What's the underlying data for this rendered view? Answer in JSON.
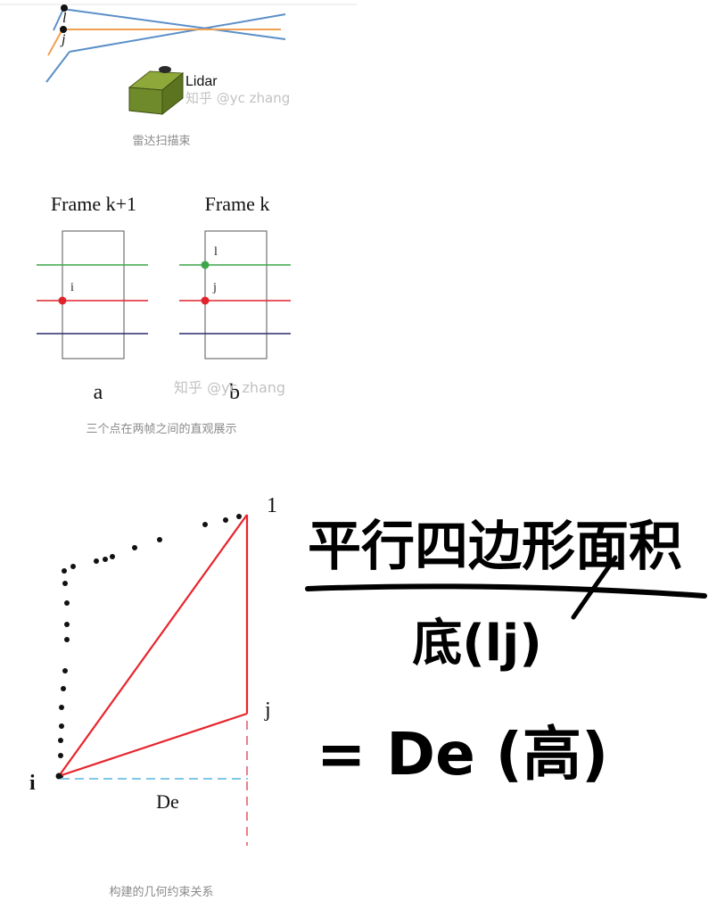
{
  "top": {
    "point_l_label": "l",
    "point_j_label": "j",
    "sensor_label": "Lidar",
    "watermark": "知乎 @yc zhang",
    "caption": "雷达扫描束"
  },
  "frames": {
    "frame_a_title": "Frame k+1",
    "frame_b_title": "Frame k",
    "point_i_label": "i",
    "point_l_label": "l",
    "point_j_label": "j",
    "panel_a_label": "a",
    "panel_b_label": "b",
    "watermark": "知乎 @yc zhang",
    "caption": "三个点在两帧之间的直观展示",
    "colors": {
      "green": "#3ea64a",
      "red": "#e0242c",
      "navy": "#2c2c6c"
    }
  },
  "geometry": {
    "point_l_label": "1",
    "point_j_label": "j",
    "point_i_label": "i",
    "distance_label": "De",
    "caption": "构建的几何约束关系",
    "colors": {
      "triangle": "#e8242c",
      "dashed_h": "#7ec8e8",
      "dashed_v": "#e88088"
    }
  },
  "handwriting": {
    "numerator": "平行四边形面积",
    "denominator": "底(lj)",
    "result": "= De (高)"
  }
}
